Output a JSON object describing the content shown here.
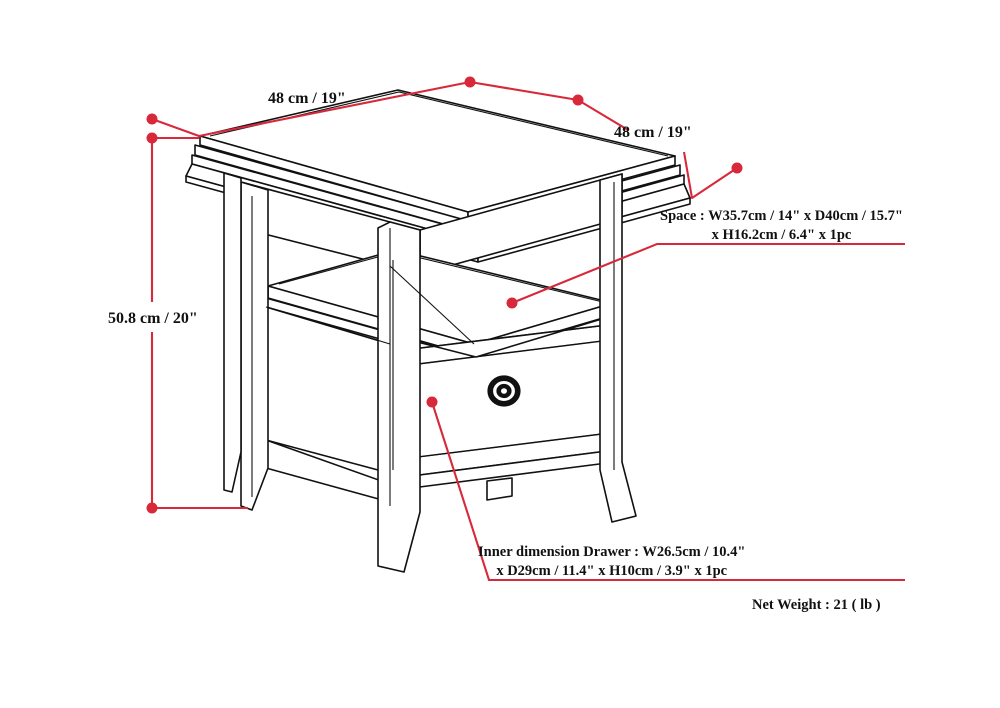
{
  "product": {
    "type": "end-table-technical-drawing",
    "view": "3d-perspective-line-drawing"
  },
  "dimensions": {
    "top_width": {
      "label": "48 cm / 19\"",
      "cm": 48,
      "inch": 19
    },
    "top_depth": {
      "label": "48 cm / 19\"",
      "cm": 48,
      "inch": 19
    },
    "height": {
      "label": "50.8 cm / 20\"",
      "cm": 50.8,
      "inch": 20
    }
  },
  "annotations": {
    "space": {
      "line1": "Space : W35.7cm / 14\" x D40cm / 15.7\"",
      "line2": "x H16.2cm / 6.4\" x 1pc"
    },
    "drawer": {
      "line1": "Inner dimension Drawer : W26.5cm / 10.4\"",
      "line2": "x D29cm / 11.4\" x H10cm / 3.9\" x 1pc"
    },
    "net_weight": "Net Weight : 21 ( lb )"
  },
  "colors": {
    "dimension_red": "#d8293b",
    "line_black": "#111111",
    "background": "#ffffff"
  },
  "parts": {
    "tabletop": "tabletop",
    "shelf": "open-shelf",
    "drawer": "drawer-front",
    "knob": "round-drawer-knob",
    "legs": "tapered-legs"
  }
}
